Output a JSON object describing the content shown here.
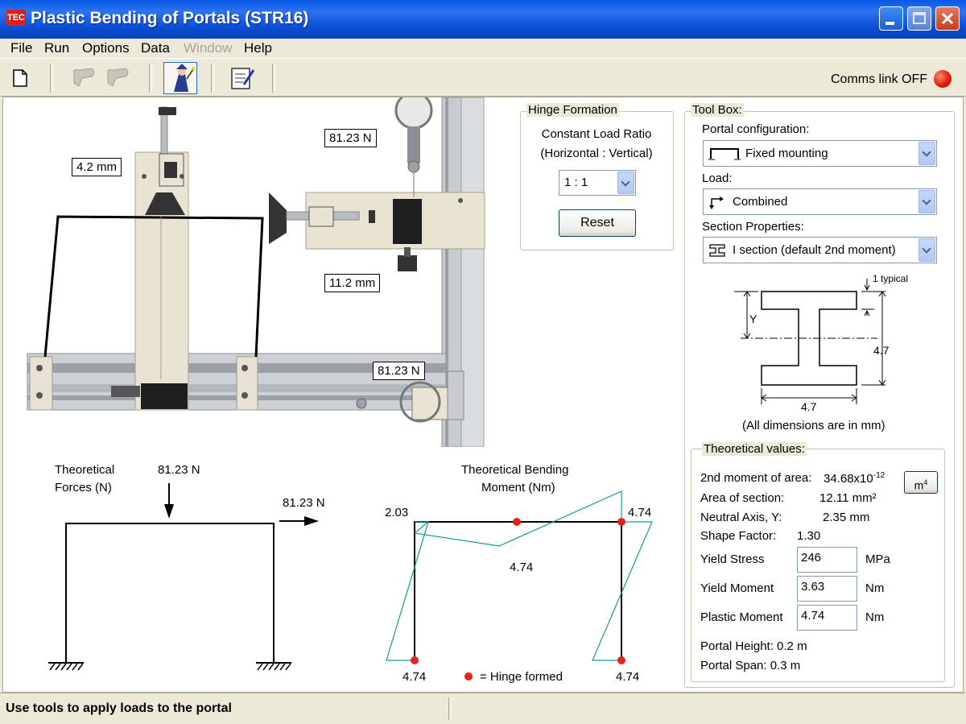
{
  "window": {
    "title": "Plastic Bending of Portals (STR16)",
    "app_icon": "TEC"
  },
  "menu": [
    "File",
    "Run",
    "Options",
    "Data",
    "Window",
    "Help"
  ],
  "toolbar": {
    "comms_label": "Comms link OFF",
    "comms_status_color": "#e01d0a"
  },
  "rig": {
    "vertical_displacement": "4.2 mm",
    "top_load": "81.23 N",
    "horizontal_displacement": "11.2 mm",
    "side_load": "81.23 N"
  },
  "hinge_formation": {
    "title": "Hinge Formation",
    "ratio_label_1": "Constant Load Ratio",
    "ratio_label_2": "(Horizontal : Vertical)",
    "ratio_value": "1 : 1",
    "reset_label": "Reset"
  },
  "toolbox": {
    "title": "Tool Box:",
    "portal_config_label": "Portal configuration:",
    "portal_config_value": "Fixed mounting",
    "load_label": "Load:",
    "load_value": "Combined",
    "section_label": "Section Properties:",
    "section_value": "I section (default 2nd moment)",
    "diagram": {
      "typical": "1 typical",
      "y": "Y",
      "height": "4.7",
      "width": "4.7",
      "note": "(All dimensions are in mm)"
    }
  },
  "theoretical": {
    "title": "Theoretical values:",
    "second_moment_label": "2nd moment of area:",
    "second_moment_value": "34.68x10",
    "second_moment_exp": "-12",
    "unit_button": "m",
    "unit_button_exp": "4",
    "area_label": "Area of section:",
    "area_value": "12.11 mm²",
    "neutral_label": "Neutral Axis, Y:",
    "neutral_value": "2.35 mm",
    "shape_label": "Shape Factor:",
    "shape_value": "1.30",
    "yield_stress_label": "Yield Stress",
    "yield_stress_value": "246",
    "yield_stress_unit": "MPa",
    "yield_moment_label": "Yield Moment",
    "yield_moment_value": "3.63",
    "yield_moment_unit": "Nm",
    "plastic_moment_label": "Plastic Moment",
    "plastic_moment_value": "4.74",
    "plastic_moment_unit": "Nm",
    "portal_height": "Portal Height: 0.2 m",
    "portal_span": "Portal Span: 0.3 m"
  },
  "forces": {
    "title_1": "Theoretical",
    "title_2": "Forces (N)",
    "vertical": "81.23 N",
    "horizontal": "81.23 N"
  },
  "moment": {
    "title_1": "Theoretical Bending",
    "title_2": "Moment (Nm)",
    "top_left": "2.03",
    "top_right": "4.74",
    "mid": "4.74",
    "bottom_left": "4.74",
    "bottom_right": "4.74",
    "legend": "= Hinge formed",
    "hinge_color": "#e8221a"
  },
  "status": {
    "text": "Use tools to apply loads to the portal"
  }
}
